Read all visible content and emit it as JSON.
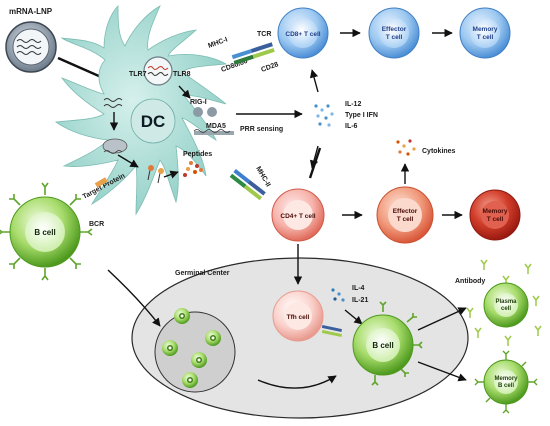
{
  "labels": {
    "mrna_lnp": "mRNA-LNP",
    "dc": "DC",
    "tlr7": "TLR7",
    "tlr8": "TLR8",
    "rig_i": "RIG-I",
    "mda5": "MDA5",
    "peptides": "Peptides",
    "mhc_i": "MHC-I",
    "tcr": "TCR",
    "cd80_86": "CD80/86",
    "cd28": "CD28",
    "mhc_ii": "MHC-II",
    "prr_sensing": "PRR sensing",
    "il12": "IL-12",
    "type_i_ifn": "Type I IFN",
    "il6": "IL-6",
    "cytokines": "Cytokines",
    "target_protein": "Target Protein",
    "bcr": "BCR",
    "b_cell": "B cell",
    "germinal_center": "Germinal Center",
    "il4": "IL-4",
    "il21": "IL-21",
    "antibody": "Antibody"
  },
  "cells": {
    "cd8_t": "CD8+ T cell",
    "effector_t_top_1": "Effector",
    "effector_t_top_2": "T cell",
    "memory_t_top_1": "Memory",
    "memory_t_top_2": "T cell",
    "cd4_t": "CD4+ T cell",
    "effector_t_bot_1": "Effector",
    "effector_t_bot_2": "T cell",
    "memory_t_bot_1": "Memory",
    "memory_t_bot_2": "T cell",
    "tfh": "Tfh cell",
    "gc_b_cell": "B cell",
    "plasma_1": "Plasma",
    "plasma_2": "cell",
    "memory_b_1": "Memory",
    "memory_b_2": "B cell"
  },
  "colors": {
    "dc_body": "#a9dcd6",
    "t_cell_blue": "#7fb6ea",
    "t_cell_red": "#e8876b",
    "memory_red": "#c0271b",
    "b_cell_green": "#7cc43a",
    "gc_fill": "#e4e4e4"
  }
}
